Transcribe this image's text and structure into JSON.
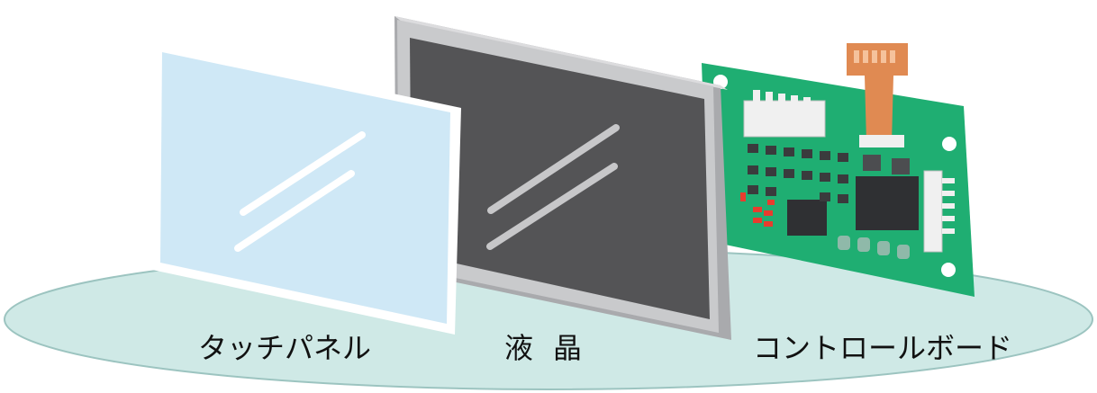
{
  "labels": {
    "touch_panel": "タッチパネル",
    "lcd": "液晶",
    "control_board": "コントロールボード"
  },
  "colors": {
    "base_ellipse": "#cfe9e6",
    "base_ellipse_stroke": "#8fb9b5",
    "touch_panel": "#cfe8f6",
    "lcd_frame": "#c9cacc",
    "lcd_screen": "#545456",
    "board": "#1fae72",
    "flex_cable": "#e08a52",
    "chip": "#3a3b3d",
    "connector": "#f0f0f0",
    "resistor": "#e83c2e"
  }
}
